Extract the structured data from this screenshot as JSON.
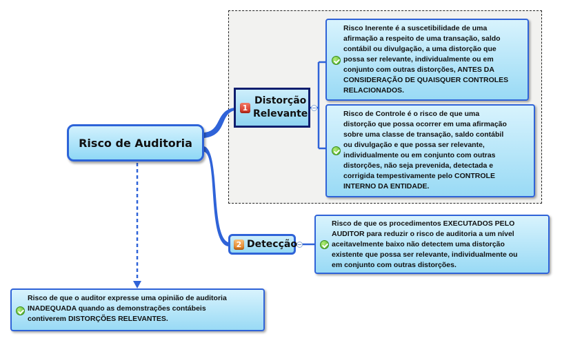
{
  "root": {
    "label": "Risco de Auditoria"
  },
  "topics": [
    {
      "number": "1",
      "label_line1": "Distorção",
      "label_line2": "Relevante"
    },
    {
      "number": "2",
      "label": "Detecção"
    }
  ],
  "cards": {
    "inerente": {
      "lines": [
        "Risco Inerente é a suscetibilidade de uma",
        "afirmação a respeito de uma transação, saldo",
        "contábil ou divulgação, a uma distorção que",
        "possa ser relevante, individualmente ou em",
        "conjunto com outras distorções, ANTES DA",
        "CONSIDERAÇÃO DE QUAISQUER CONTROLES",
        "RELACIONADOS."
      ]
    },
    "controle": {
      "lines": [
        "Risco de Controle é o risco de que uma",
        "distorção que possa ocorrer em uma afirmação",
        "sobre uma classe de transação, saldo contábil",
        "ou divulgação e que possa ser relevante,",
        "individualmente ou em conjunto com outras",
        "distorções, não seja prevenida, detectada e",
        "corrigida tempestivamente pelo CONTROLE",
        "INTERNO DA ENTIDADE."
      ]
    },
    "deteccao": {
      "lines": [
        "Risco de que os procedimentos EXECUTADOS PELO",
        "AUDITOR para reduzir o risco de auditoria a um nível",
        "aceitavelmente baixo não detectem uma distorção",
        "existente que possa ser relevante, individualmente ou",
        "em conjunto com outras distorções."
      ]
    },
    "definicao": {
      "lines": [
        "Risco de que o auditor expresse uma opinião de auditoria",
        "INADEQUADA quando as demonstrações contábeis",
        "contiverem DISTORÇÕES RELEVANTES."
      ]
    }
  },
  "colors": {
    "accent_blue": "#2f63d8",
    "dark_navy": "#101e6e",
    "card_fill": "#99daf5",
    "check_green": "#45a822",
    "badge_red": "#cf2b1c",
    "badge_orange": "#e27917"
  }
}
